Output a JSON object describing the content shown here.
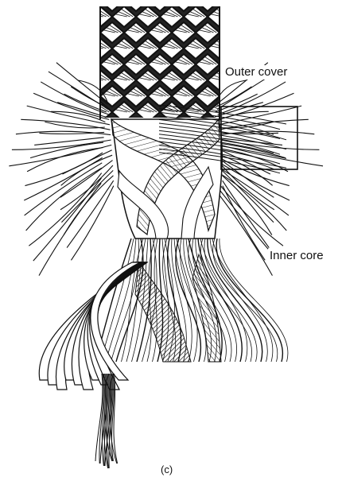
{
  "labels": {
    "outer_cover": "Outer cover",
    "inner_core": "Inner core"
  },
  "caption": "(c)",
  "colors": {
    "ink": "#111111",
    "paper": "#ffffff"
  }
}
